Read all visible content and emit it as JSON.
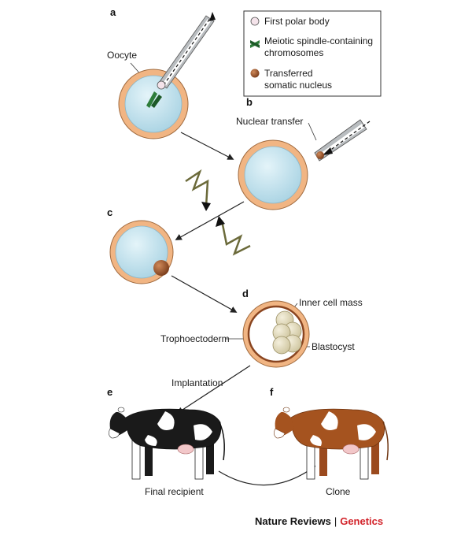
{
  "steps": {
    "a": "a",
    "b": "b",
    "c": "c",
    "d": "d",
    "e": "e",
    "f": "f"
  },
  "legend": {
    "polar_body": "First polar body",
    "spindle_line1": "Meiotic spindle-containing",
    "spindle_line2": "chromosomes",
    "nucleus_line1": "Transferred",
    "nucleus_line2": "somatic nucleus"
  },
  "labels": {
    "oocyte": "Oocyte",
    "nuclear_transfer": "Nuclear transfer",
    "inner_cell_mass": "Inner cell mass",
    "trophoectoderm": "Trophoectoderm",
    "blastocyst": "Blastocyst",
    "implantation": "Implantation",
    "final_recipient": "Final recipient",
    "clone": "Clone"
  },
  "footer": {
    "journal": "Nature Reviews",
    "separator": "|",
    "section": "Genetics"
  },
  "colors": {
    "zona": "#f1b583",
    "cytoplasm": "#c6e3ee",
    "nucleus": "#a45a30",
    "spindle": "#2e7d3a",
    "accent": "#d2232a"
  }
}
